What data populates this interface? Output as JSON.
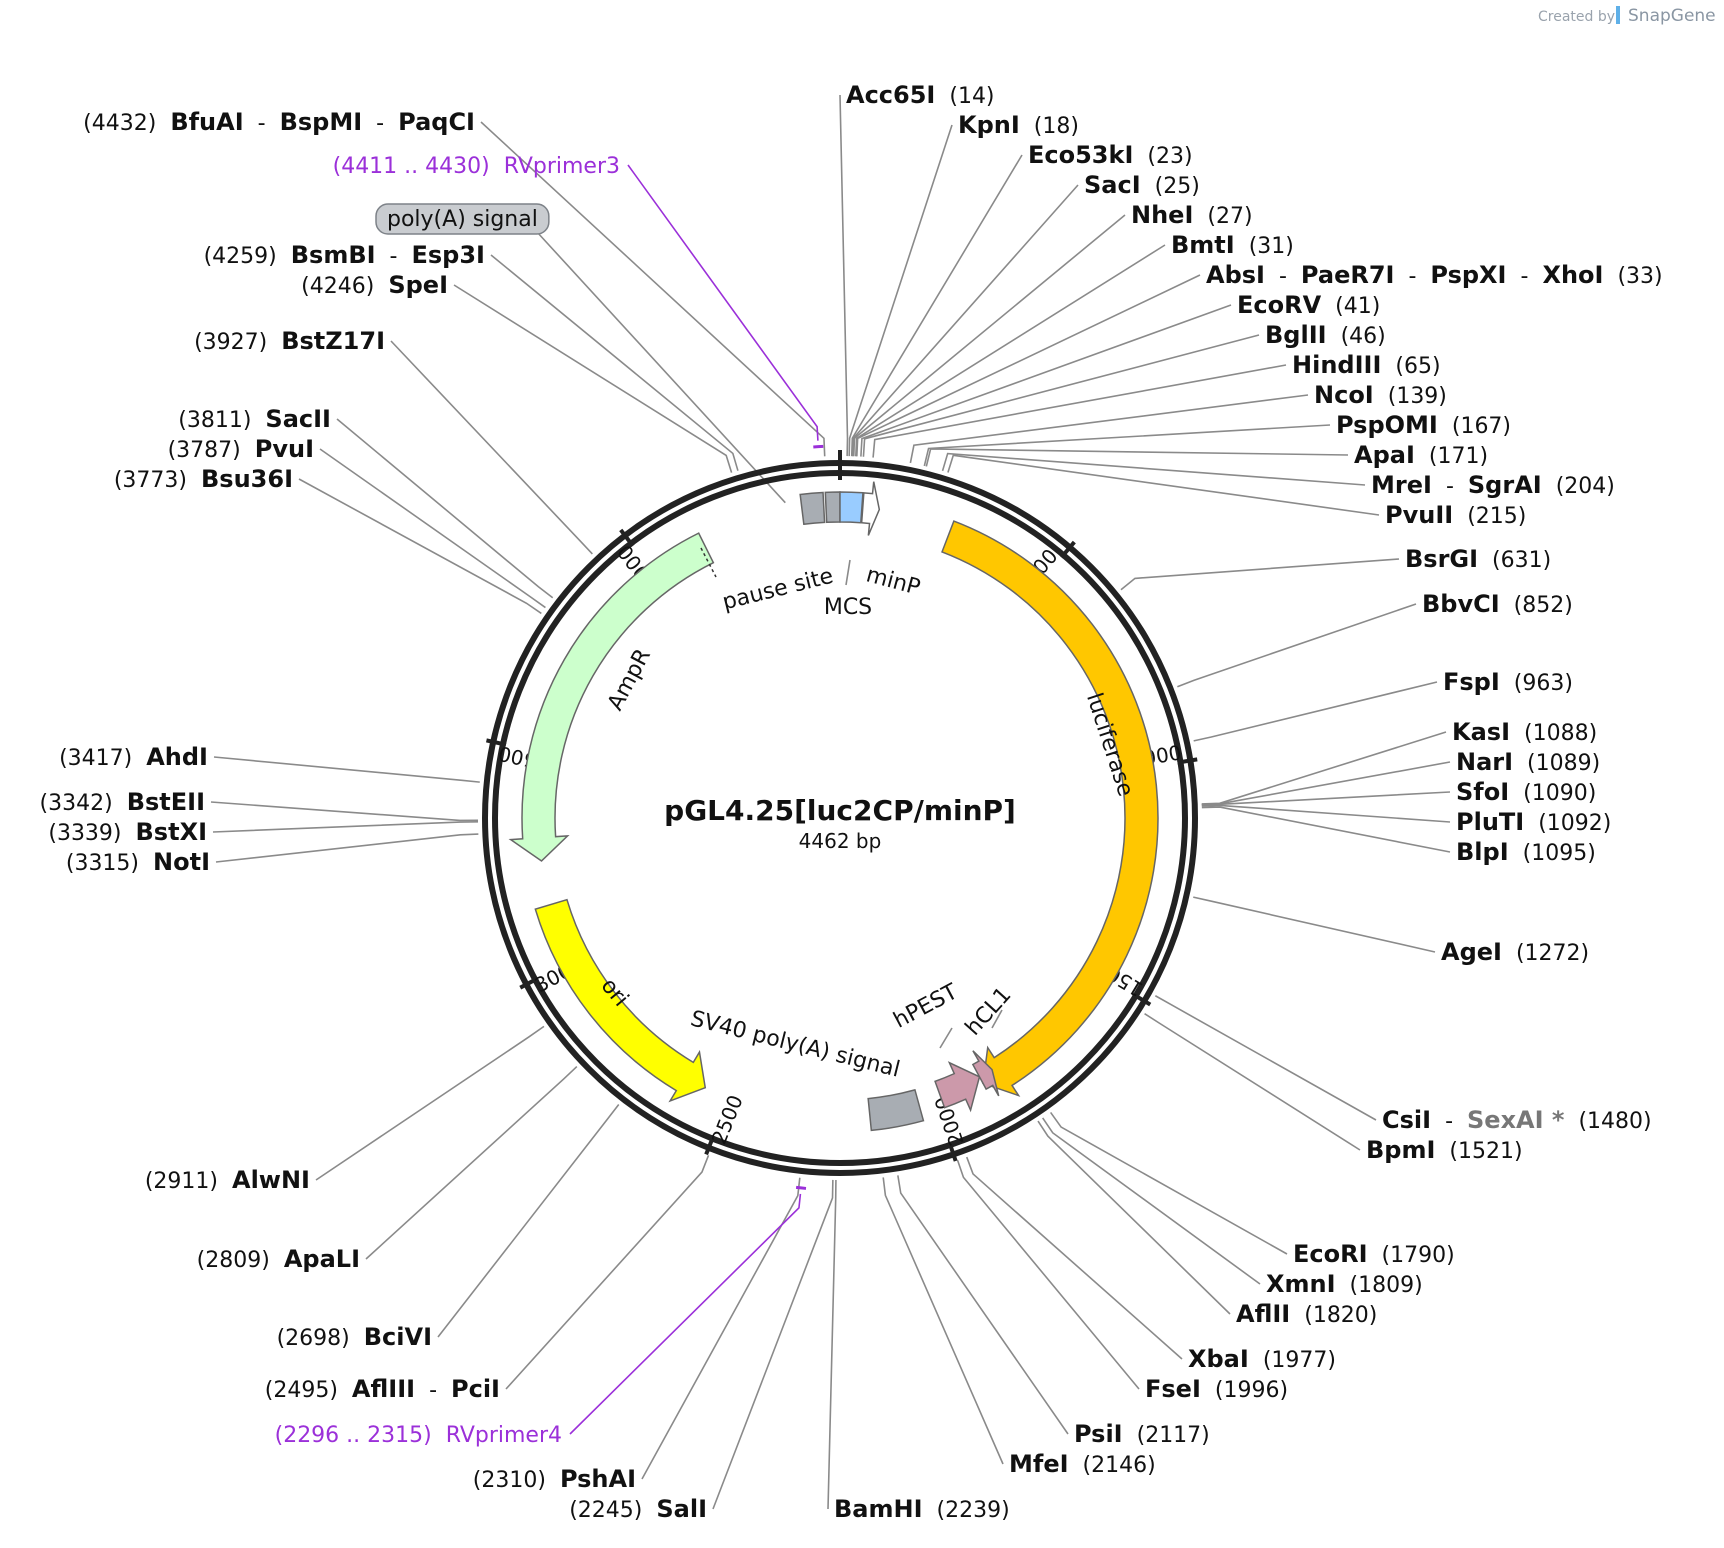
{
  "watermark": {
    "created_by": "Created by",
    "brand": "SnapGene"
  },
  "plasmid": {
    "name": "pGL4.25[luc2CP/minP]",
    "size_label": "4462 bp",
    "length": 4462
  },
  "ticks": [
    {
      "pos": 500,
      "label": "500"
    },
    {
      "pos": 1000,
      "label": "1000"
    },
    {
      "pos": 1500,
      "label": "1500"
    },
    {
      "pos": 2000,
      "label": "2000"
    },
    {
      "pos": 2500,
      "label": "2500"
    },
    {
      "pos": 3000,
      "label": "3000"
    },
    {
      "pos": 3500,
      "label": "3500"
    },
    {
      "pos": 4000,
      "label": "4000"
    }
  ],
  "features": [
    {
      "name": "luciferase",
      "start": 260,
      "end": 1880,
      "direction": "forward",
      "color": "#ffc700",
      "label": "luciferase"
    },
    {
      "name": "AmpR",
      "start": 3245,
      "end": 4135,
      "direction": "reverse",
      "color": "#ccffcc",
      "label": "AmpR"
    },
    {
      "name": "ori",
      "start": 2560,
      "end": 3140,
      "direction": "reverse",
      "color": "#ffff00",
      "label": "ori"
    },
    {
      "name": "hPEST",
      "start": 1880,
      "end": 1985,
      "direction": "reverse",
      "color": "#cc99aa",
      "label": "hPEST"
    },
    {
      "name": "hCL1",
      "start": 1845,
      "end": 1880,
      "direction": "reverse",
      "color": "#cc99aa",
      "label": "hCL1"
    },
    {
      "name": "SV40 poly(A) signal",
      "start": 2040,
      "end": 2160,
      "direction": "none",
      "color": "#a8adb3",
      "label": "SV40 poly(A) signal"
    },
    {
      "name": "pause site",
      "start": 4375,
      "end": 4425,
      "direction": "none",
      "color": "#a8adb3",
      "label": "pause site"
    },
    {
      "name": "pause site 2",
      "start": 4430,
      "end": 4462,
      "direction": "none",
      "color": "#a8adb3",
      "label": ""
    },
    {
      "name": "MCS",
      "start": 0,
      "end": 50,
      "direction": "none",
      "color": "#99ccff",
      "label": "MCS"
    },
    {
      "name": "minP",
      "start": 52,
      "end": 90,
      "direction": "forward",
      "color": "#ffffff",
      "label": "minP"
    }
  ],
  "primers": [
    {
      "range": "(4411 .. 4430)",
      "name": "RVprimer3",
      "start": 4411,
      "end": 4430
    },
    {
      "range": "(2296 .. 2315)",
      "name": "RVprimer4",
      "start": 2296,
      "end": 2315
    }
  ],
  "callouts": [
    {
      "label": "poly(A) signal",
      "pos": 4340
    }
  ],
  "sites": [
    {
      "pos": "(4432)",
      "names": [
        "BfuAI",
        "BspMI",
        "PaqCI"
      ],
      "coord": 4432
    },
    {
      "pos": "(4259)",
      "names": [
        "BsmBI",
        "Esp3I"
      ],
      "coord": 4259
    },
    {
      "pos": "(4246)",
      "names": [
        "SpeI"
      ],
      "coord": 4246
    },
    {
      "pos": "(3927)",
      "names": [
        "BstZ17I"
      ],
      "coord": 3927
    },
    {
      "pos": "(3811)",
      "names": [
        "SacII"
      ],
      "coord": 3811
    },
    {
      "pos": "(3787)",
      "names": [
        "PvuI"
      ],
      "coord": 3787
    },
    {
      "pos": "(3773)",
      "names": [
        "Bsu36I"
      ],
      "coord": 3773
    },
    {
      "pos": "(3417)",
      "names": [
        "AhdI"
      ],
      "coord": 3417
    },
    {
      "pos": "(3342)",
      "names": [
        "BstEII"
      ],
      "coord": 3342
    },
    {
      "pos": "(3339)",
      "names": [
        "BstXI"
      ],
      "coord": 3339
    },
    {
      "pos": "(3315)",
      "names": [
        "NotI"
      ],
      "coord": 3315
    },
    {
      "pos": "(2911)",
      "names": [
        "AlwNI"
      ],
      "coord": 2911
    },
    {
      "pos": "(2809)",
      "names": [
        "ApaLI"
      ],
      "coord": 2809
    },
    {
      "pos": "(2698)",
      "names": [
        "BciVI"
      ],
      "coord": 2698
    },
    {
      "pos": "(2495)",
      "names": [
        "AflIII",
        "PciI"
      ],
      "coord": 2495
    },
    {
      "pos": "(2310)",
      "names": [
        "PshAI"
      ],
      "coord": 2310
    },
    {
      "pos": "(2245)",
      "names": [
        "SalI"
      ],
      "coord": 2245
    },
    {
      "pos": "(14)",
      "names": [
        "Acc65I"
      ],
      "coord": 14
    },
    {
      "pos": "(18)",
      "names": [
        "KpnI"
      ],
      "coord": 18
    },
    {
      "pos": "(23)",
      "names": [
        "Eco53kI"
      ],
      "coord": 23
    },
    {
      "pos": "(25)",
      "names": [
        "SacI"
      ],
      "coord": 25
    },
    {
      "pos": "(27)",
      "names": [
        "NheI"
      ],
      "coord": 27
    },
    {
      "pos": "(31)",
      "names": [
        "BmtI"
      ],
      "coord": 31
    },
    {
      "pos": "(33)",
      "names": [
        "AbsI",
        "PaeR7I",
        "PspXI",
        "XhoI"
      ],
      "coord": 33
    },
    {
      "pos": "(41)",
      "names": [
        "EcoRV"
      ],
      "coord": 41
    },
    {
      "pos": "(46)",
      "names": [
        "BglII"
      ],
      "coord": 46
    },
    {
      "pos": "(65)",
      "names": [
        "HindIII"
      ],
      "coord": 65
    },
    {
      "pos": "(139)",
      "names": [
        "NcoI"
      ],
      "coord": 139
    },
    {
      "pos": "(167)",
      "names": [
        "PspOMI"
      ],
      "coord": 167
    },
    {
      "pos": "(171)",
      "names": [
        "ApaI"
      ],
      "coord": 171
    },
    {
      "pos": "(204)",
      "names": [
        "MreI",
        "SgrAI"
      ],
      "coord": 204
    },
    {
      "pos": "(215)",
      "names": [
        "PvuII"
      ],
      "coord": 215
    },
    {
      "pos": "(631)",
      "names": [
        "BsrGI"
      ],
      "coord": 631
    },
    {
      "pos": "(852)",
      "names": [
        "BbvCI"
      ],
      "coord": 852
    },
    {
      "pos": "(963)",
      "names": [
        "FspI"
      ],
      "coord": 963
    },
    {
      "pos": "(1088)",
      "names": [
        "KasI"
      ],
      "coord": 1088
    },
    {
      "pos": "(1089)",
      "names": [
        "NarI"
      ],
      "coord": 1089
    },
    {
      "pos": "(1090)",
      "names": [
        "SfoI"
      ],
      "coord": 1090
    },
    {
      "pos": "(1092)",
      "names": [
        "PluTI"
      ],
      "coord": 1092
    },
    {
      "pos": "(1095)",
      "names": [
        "BlpI"
      ],
      "coord": 1095
    },
    {
      "pos": "(1272)",
      "names": [
        "AgeI"
      ],
      "coord": 1272
    },
    {
      "pos": "(1480)",
      "names": [
        "CsiI",
        "SexAI *"
      ],
      "coord": 1480
    },
    {
      "pos": "(1521)",
      "names": [
        "BpmI"
      ],
      "coord": 1521
    },
    {
      "pos": "(1790)",
      "names": [
        "EcoRI"
      ],
      "coord": 1790
    },
    {
      "pos": "(1809)",
      "names": [
        "XmnI"
      ],
      "coord": 1809
    },
    {
      "pos": "(1820)",
      "names": [
        "AflII"
      ],
      "coord": 1820
    },
    {
      "pos": "(1977)",
      "names": [
        "XbaI"
      ],
      "coord": 1977
    },
    {
      "pos": "(1996)",
      "names": [
        "FseI"
      ],
      "coord": 1996
    },
    {
      "pos": "(2117)",
      "names": [
        "PsiI"
      ],
      "coord": 2117
    },
    {
      "pos": "(2146)",
      "names": [
        "MfeI"
      ],
      "coord": 2146
    },
    {
      "pos": "(2239)",
      "names": [
        "BamHI"
      ],
      "coord": 2239
    }
  ]
}
